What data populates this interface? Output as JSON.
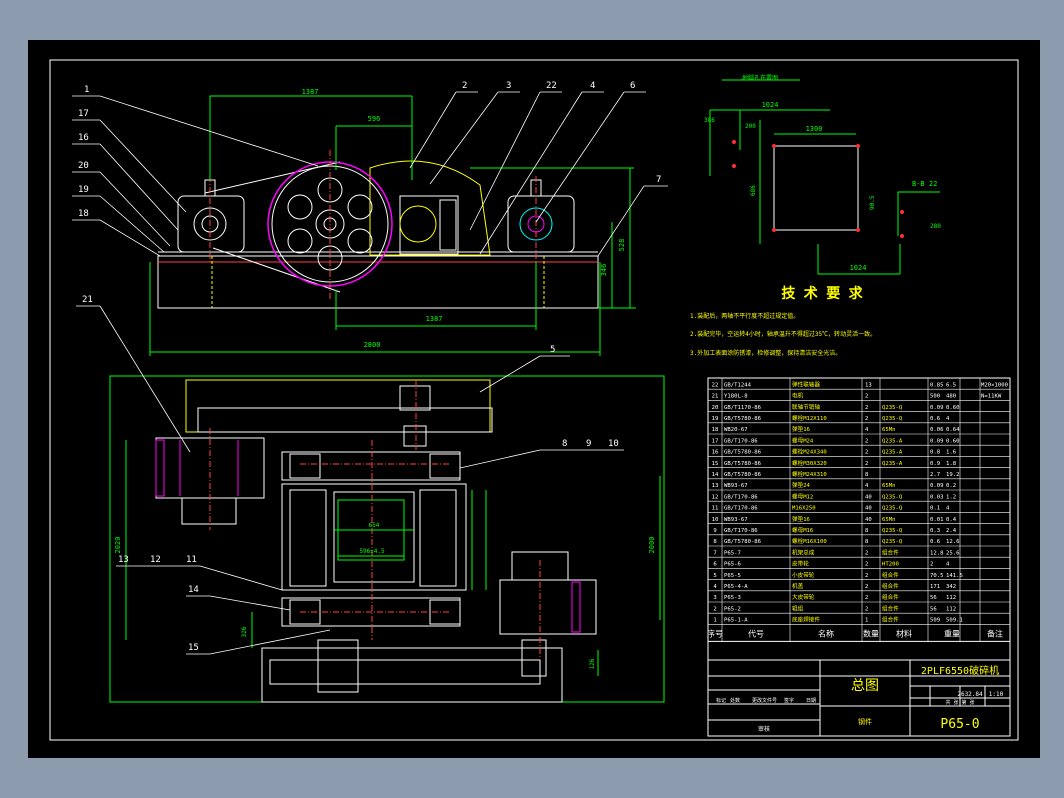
{
  "drawing": {
    "title_cn": "总图",
    "model": "2PLF6550破碎机",
    "drawing_no": "P65-0",
    "material_label": "钢件",
    "tech_title": "技 术 要 求",
    "tech_notes": [
      "1.装配后，两轴不平行度不超过规定值。",
      "2.装配完毕，空运转4小时，轴承温升不得超过35℃，转动灵活一致。",
      "3.外加工表面涂防锈漆，检修调整，保持清洁安全光洁。"
    ],
    "foundation_label": "地脚孔布置图",
    "section_label": "B-B 22"
  },
  "balloons": {
    "b1": "1",
    "b2": "2",
    "b3": "3",
    "b22": "22",
    "b4": "4",
    "b6": "6",
    "b7": "7",
    "b17": "17",
    "b16": "16",
    "b20": "20",
    "b19": "19",
    "b18": "18",
    "b21": "21",
    "b5": "5",
    "b8": "8",
    "b9": "9",
    "b10": "10",
    "b13": "13",
    "b12": "12",
    "b11": "11",
    "b14": "14",
    "b15": "15"
  },
  "dims": {
    "top_1387": "1387",
    "top_596": "596",
    "bottom_1387": "1387",
    "bottom_2800": "2800",
    "h_528": "528",
    "h_346": "346",
    "fp_1024_top": "1024",
    "fp_1300": "1300",
    "fp_1024_bot": "1024",
    "fp_386": "386",
    "fp_200": "200",
    "fp_90_5": "90.5",
    "fp_280": "280",
    "fp_left_v": "686",
    "plan_left_v": "2020",
    "plan_right_v": "2000",
    "plan_654": "654",
    "plan_inner": "596±4.5",
    "plan_small": "326",
    "plan_right_small": "126"
  },
  "bom": {
    "header": {
      "no": "序号",
      "code": "代号",
      "name": "名称",
      "qty": "数量",
      "material": "材料",
      "weight": "重量",
      "remark": "备注"
    },
    "rows": [
      {
        "no": "22",
        "code": "GB/T1244",
        "name": "弹性联轴器",
        "qty": "13",
        "material": "",
        "w1": "0.85",
        "w2": "6.5",
        "remark": "M20×1000"
      },
      {
        "no": "21",
        "code": "Y180L-8",
        "name": "电机",
        "qty": "2",
        "material": "",
        "w1": "500",
        "w2": "480",
        "remark": "N=11KW"
      },
      {
        "no": "20",
        "code": "GB/T1170-86",
        "name": "联轴节销轴",
        "qty": "2",
        "material": "Q235-Q",
        "w1": "0.09",
        "w2": "0.60",
        "remark": ""
      },
      {
        "no": "19",
        "code": "GB/T5780-86",
        "name": "螺栓M12X110",
        "qty": "2",
        "material": "Q235-Q",
        "w1": "0.6",
        "w2": "4",
        "remark": ""
      },
      {
        "no": "18",
        "code": "WB20-67",
        "name": "弹垫16",
        "qty": "4",
        "material": "65Mn",
        "w1": "0.06",
        "w2": "0.64",
        "remark": ""
      },
      {
        "no": "17",
        "code": "GB/T170-86",
        "name": "螺母M24",
        "qty": "2",
        "material": "Q235-A",
        "w1": "0.09",
        "w2": "0.60",
        "remark": ""
      },
      {
        "no": "16",
        "code": "GB/T5780-86",
        "name": "螺栓M24X340",
        "qty": "2",
        "material": "Q235-A",
        "w1": "0.8",
        "w2": "1.6",
        "remark": ""
      },
      {
        "no": "15",
        "code": "GB/T5780-86",
        "name": "螺栓M30X320",
        "qty": "2",
        "material": "Q235-A",
        "w1": "0.9",
        "w2": "1.8",
        "remark": ""
      },
      {
        "no": "14",
        "code": "GB/T5780-86",
        "name": "螺栓M24X310",
        "qty": "8",
        "material": "",
        "w1": "2.7",
        "w2": "19.2",
        "remark": ""
      },
      {
        "no": "13",
        "code": "WB93-67",
        "name": "弹垫24",
        "qty": "4",
        "material": "65Mn",
        "w1": "0.09",
        "w2": "0.2",
        "remark": ""
      },
      {
        "no": "12",
        "code": "GB/T170-86",
        "name": "螺母M12",
        "qty": "40",
        "material": "Q235-Q",
        "w1": "0.03",
        "w2": "1.2",
        "remark": ""
      },
      {
        "no": "11",
        "code": "GB/T170-86",
        "name": "M16X250",
        "qty": "40",
        "material": "Q235-Q",
        "w1": "0.1",
        "w2": "4",
        "remark": ""
      },
      {
        "no": "10",
        "code": "WB93-67",
        "name": "弹垫16",
        "qty": "40",
        "material": "65Mn",
        "w1": "0.01",
        "w2": "0.4",
        "remark": ""
      },
      {
        "no": "9",
        "code": "GB/T170-86",
        "name": "螺母M16",
        "qty": "8",
        "material": "Q235-Q",
        "w1": "0.3",
        "w2": "2.4",
        "remark": ""
      },
      {
        "no": "8",
        "code": "GB/T5780-86",
        "name": "螺栓M16X100",
        "qty": "8",
        "material": "Q235-Q",
        "w1": "0.6",
        "w2": "12.6",
        "remark": ""
      },
      {
        "no": "7",
        "code": "P65-7",
        "name": "机架总成",
        "qty": "2",
        "material": "组合件",
        "w1": "12.8",
        "w2": "25.6",
        "remark": ""
      },
      {
        "no": "6",
        "code": "P65-6",
        "name": "皮带轮",
        "qty": "2",
        "material": "HT200",
        "w1": "2",
        "w2": "4",
        "remark": ""
      },
      {
        "no": "5",
        "code": "P65-5",
        "name": "小皮带轮",
        "qty": "2",
        "material": "组合件",
        "w1": "70.5",
        "w2": "141.5",
        "remark": ""
      },
      {
        "no": "4",
        "code": "P65-4-A",
        "name": "机盖",
        "qty": "2",
        "material": "组合件",
        "w1": "171",
        "w2": "342",
        "remark": ""
      },
      {
        "no": "3",
        "code": "P65-3",
        "name": "大皮带轮",
        "qty": "2",
        "material": "组合件",
        "w1": "56",
        "w2": "112",
        "remark": ""
      },
      {
        "no": "2",
        "code": "P65-2",
        "name": "辊组",
        "qty": "2",
        "material": "组合件",
        "w1": "56",
        "w2": "112",
        "remark": ""
      },
      {
        "no": "1",
        "code": "P65-1-A",
        "name": "底座焊接件",
        "qty": "1",
        "material": "组合件",
        "w1": "509",
        "w2": "509.1",
        "remark": ""
      }
    ]
  },
  "title_block": {
    "scale": "1:10",
    "weight": "2632.84",
    "row_labels": [
      "标记",
      "处数",
      "更改文件号",
      "签字",
      "日期"
    ],
    "approval": "审核",
    "sheet": "共 张 第 张"
  },
  "colors": {
    "frame": "#ffffff",
    "outline": "#00ff00",
    "dim": "#00ffff",
    "hidden": "#ffff00",
    "accent": "#ff00ff",
    "red": "#ff3030",
    "text_label": "#ffff00"
  }
}
